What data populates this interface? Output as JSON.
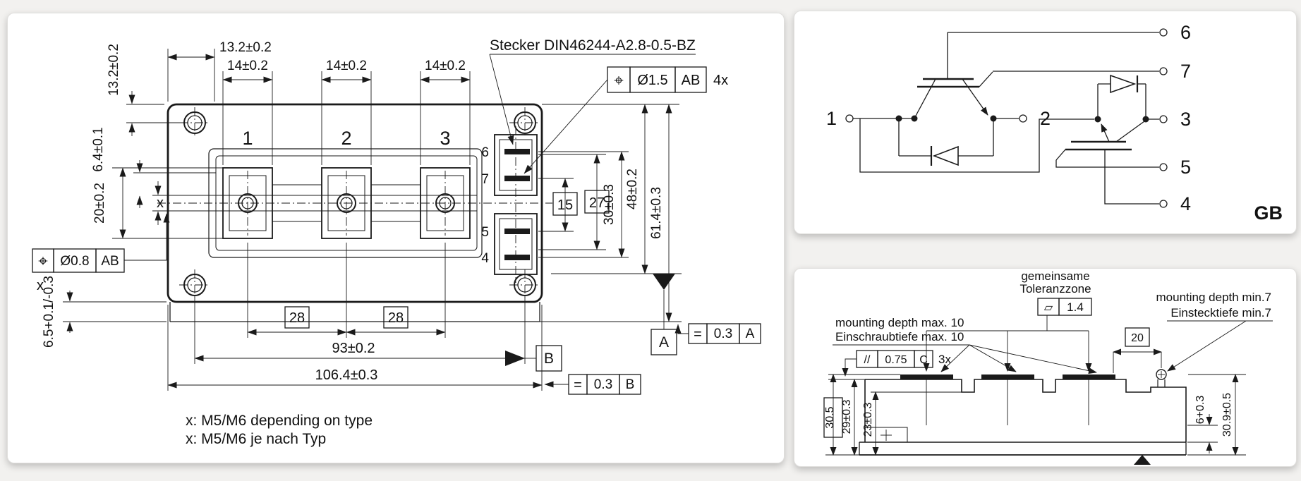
{
  "top_view": {
    "connector_note": "Stecker DIN46244-A2.8-0.5-BZ",
    "pin_position_frame": {
      "symbol": "⌖",
      "tolerance": "Ø1.5",
      "datum": "AB",
      "count": "4x"
    },
    "screw_position_frame": {
      "symbol": "⌖",
      "tolerance": "Ø0.8",
      "datum": "AB",
      "ref_label": "x"
    },
    "terminal_labels": [
      "1",
      "2",
      "3"
    ],
    "pin_labels": {
      "p6": "6",
      "p7": "7",
      "p5": "5",
      "p4": "4"
    },
    "dims": {
      "corner_offset_h": "13.2±0.2",
      "corner_offset_v": "13.2±0.2",
      "terminal_width_1": "14±0.2",
      "terminal_width_2": "14±0.2",
      "terminal_width_3": "14±0.2",
      "slot_shoulder": "6.4±0.1",
      "terminal_field": "20±0.2",
      "slot_width_label": "x",
      "flange_height": "6.5+0.1/-0.3",
      "pin_pitch_inner": "15",
      "pin_pitch_outer": "27",
      "pin_span": "30±0.3",
      "connector_field": "48±0.2",
      "body_depth": "61.4±0.3",
      "terminal_pitch_1": "28",
      "terminal_pitch_2": "28",
      "hole_span": "93±0.2",
      "overall_width": "106.4±0.3"
    },
    "datums": {
      "a": "A",
      "b": "B"
    },
    "flatness_a": {
      "symbol": "=",
      "tolerance": "0.3",
      "datum": "A"
    },
    "flatness_b": {
      "symbol": "=",
      "tolerance": "0.3",
      "datum": "B"
    },
    "notes": [
      "x: M5/M6 depending on type",
      "x: M5/M6 je nach Typ"
    ]
  },
  "circuit": {
    "terminals": {
      "t1": "1",
      "t2": "2",
      "t3": "3",
      "t4": "4",
      "t5": "5",
      "t6": "6",
      "t7": "7"
    },
    "type_label": "GB"
  },
  "side_view": {
    "tolerance_zone_note": [
      "gemeinsame",
      "Toleranzzone"
    ],
    "flatness_frame": {
      "symbol": "▱",
      "tolerance": "1.4"
    },
    "mounting_depth_max": [
      "mounting depth max. 10",
      "Einschraubtiefe max. 10"
    ],
    "parallelism_frame": {
      "symbol": "//",
      "tolerance": "0.75",
      "datum": "C",
      "count": "3x"
    },
    "mounting_depth_min": [
      "mounting depth min.7",
      "Einstecktiefe min.7"
    ],
    "dims": {
      "pin_offset": "20",
      "overall_height_ref": "30.5",
      "height_29": "29±0.3",
      "height_23": "23±0.3",
      "step_6": "6+0.3",
      "height_309": "30.9±0.5"
    }
  }
}
